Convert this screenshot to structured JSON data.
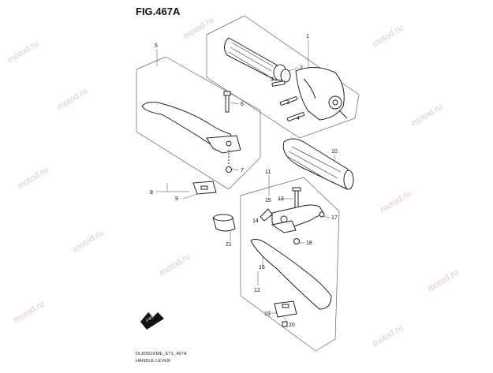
{
  "figure": {
    "title": "FIG.467A",
    "model_code": "DL800OXME_E71_467A",
    "caption": "HANDLE LEVER",
    "fwd_label": "FWD",
    "watermark": "motod.ru"
  },
  "callouts": [
    "1",
    "2",
    "3",
    "4",
    "5",
    "6",
    "7",
    "8",
    "9",
    "10",
    "11",
    "12",
    "13",
    "14",
    "15",
    "16",
    "17",
    "18",
    "19",
    "20",
    "21"
  ],
  "parts": [
    {
      "name": "grip-throttle-assembly",
      "label": "1"
    },
    {
      "name": "clutch-lever-assembly",
      "label": "5"
    },
    {
      "name": "handle-grip-left",
      "label": "10"
    },
    {
      "name": "brake-lever-assembly",
      "label": "11"
    },
    {
      "name": "lever-boot",
      "label": "21"
    }
  ]
}
